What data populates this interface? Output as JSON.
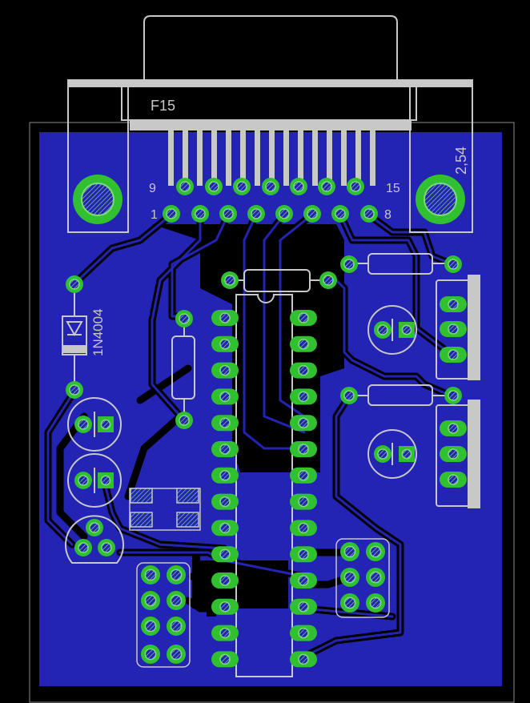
{
  "connector": {
    "name": "F15",
    "pin_low_left": "1",
    "pin_high_left": "9",
    "pin_low_right": "8",
    "pin_high_right": "15"
  },
  "diode": {
    "label": "1N4004"
  },
  "pitch_label": "2,54",
  "colors": {
    "background": "#000000",
    "copper": "#2323b4",
    "pad": "#30c030",
    "drill": "#7fd87f",
    "silkscreen": "#c8c8c8",
    "trace_outline": "#000000"
  }
}
